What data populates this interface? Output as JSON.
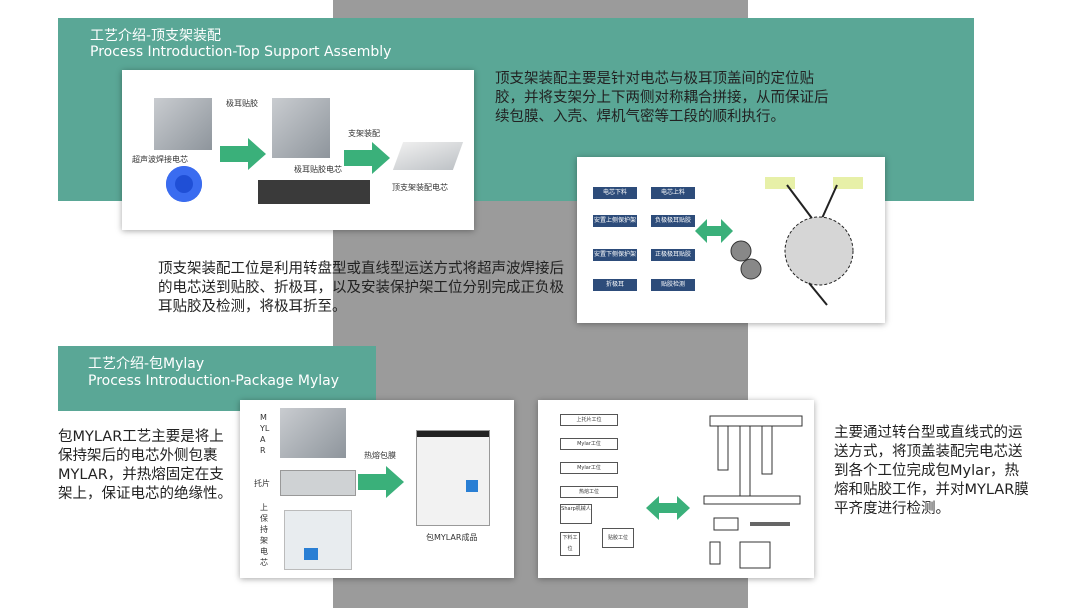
{
  "section1": {
    "title_cn": "工艺介绍-顶支架装配",
    "title_en": "Process Introduction-Top Support Assembly",
    "description": "顶支架装配主要是针对电芯与极耳顶盖间的定位贴胶，并将支架分上下两侧对称耦合拼接，从而保证后续包膜、入壳、焊机气密等工段的顺利执行。",
    "station_text": "顶支架装配工位是利用转盘型或直线型运送方式将超声波焊接后的电芯送到贴胶、折极耳，以及安装保护架工位分别完成正负极耳贴胶及检测，将极耳折至。",
    "image_labels": {
      "ultrasonic_cell": "超声波焊接电芯",
      "tab_tape_step": "极耳贴胶",
      "tab_taped_cell": "极耳贴胶电芯",
      "bracket_step": "支架装配",
      "top_bracket_cell": "顶支架装配电芯"
    },
    "flow_steps": [
      "电芯下料",
      "电芯上料",
      "安置上侧保护架",
      "负极极耳贴胶",
      "安置下侧保护架",
      "正极极耳贴胶",
      "折极耳",
      "贴胶检测"
    ]
  },
  "section2": {
    "title_cn": "工艺介绍-包Mylay",
    "title_en": "Process Introduction-Package Mylay",
    "description": "包MYLAR工艺主要是将上保持架后的电芯外侧包裹MYLAR，并热熔固定在支架上，保证电芯的绝缘性。",
    "right_text": "主要通过转台型或直线式的运送方式，将顶盖装配完电芯送到各个工位完成包Mylar，热熔和贴胶工作，并对MYLAR膜平齐度进行检测。",
    "image_labels": {
      "mylar_vertical": "MYLAR",
      "tray": "托片",
      "bracket_cell_vertical": "上保持架电芯",
      "heat_wrap": "热熔包膜",
      "mylar_product": "包MYLAR成品"
    },
    "sketch_steps": [
      "上托片工位",
      "Mylar工位",
      "Mylar工位",
      "热熔工位",
      "Sharp机械人",
      "下料工位",
      "贴胶工位"
    ]
  },
  "colors": {
    "teal": "#5aa796",
    "gray": "#9b9b9b",
    "arrow_green": "#3ab07a",
    "navy": "#2d4c7a"
  }
}
